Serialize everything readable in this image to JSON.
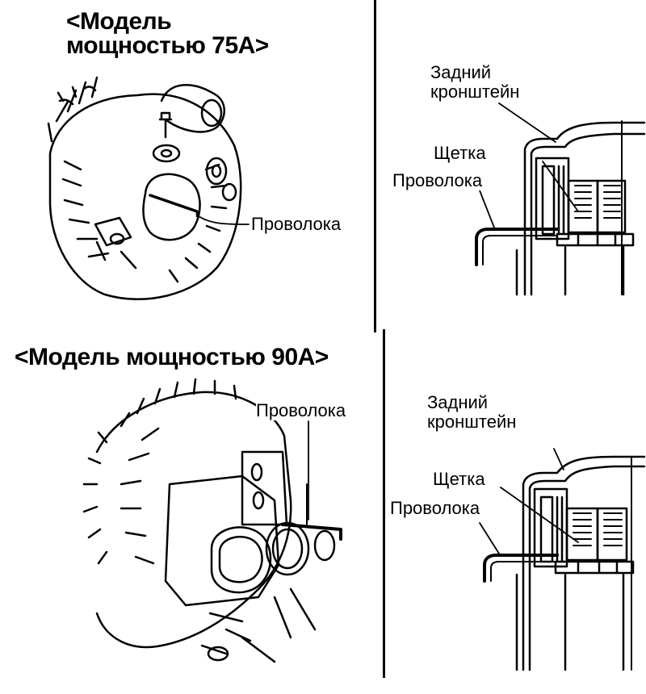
{
  "titles": {
    "model_75a_line1": "<Модель",
    "model_75a_line2": "мощностью 75А>",
    "model_90a": "<Модель мощностью 90А>"
  },
  "labels": {
    "wire": "Проволока",
    "rear_bracket_line1": "Задний",
    "rear_bracket_line2": "кронштейн",
    "brush": "Щетка"
  }
}
